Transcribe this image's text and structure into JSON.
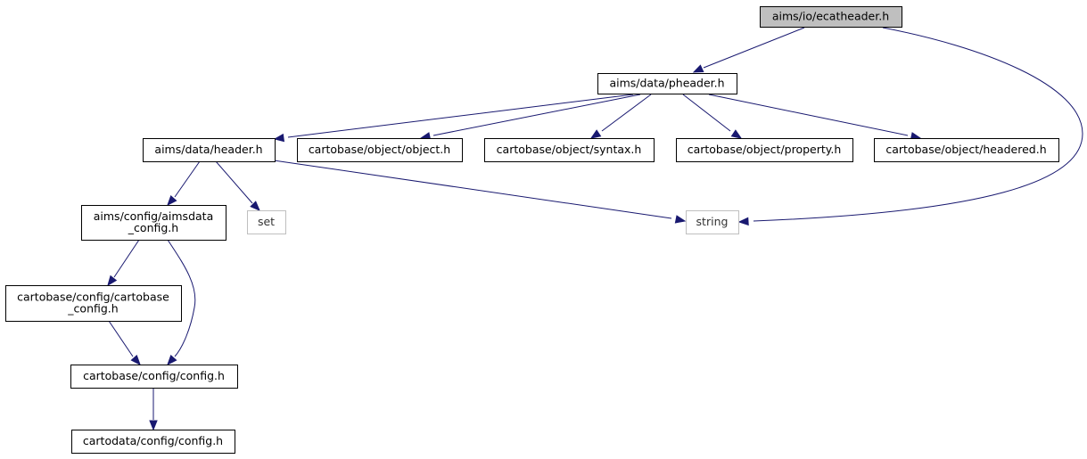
{
  "diagram": {
    "nodes": [
      {
        "id": "ecatheader",
        "lines": [
          "aims/io/ecatheader.h"
        ],
        "kind": "root"
      },
      {
        "id": "pheader",
        "lines": [
          "aims/data/pheader.h"
        ],
        "kind": "normal"
      },
      {
        "id": "header",
        "lines": [
          "aims/data/header.h"
        ],
        "kind": "normal"
      },
      {
        "id": "object",
        "lines": [
          "cartobase/object/object.h"
        ],
        "kind": "normal"
      },
      {
        "id": "syntax",
        "lines": [
          "cartobase/object/syntax.h"
        ],
        "kind": "normal"
      },
      {
        "id": "property",
        "lines": [
          "cartobase/object/property.h"
        ],
        "kind": "normal"
      },
      {
        "id": "headered",
        "lines": [
          "cartobase/object/headered.h"
        ],
        "kind": "normal"
      },
      {
        "id": "aimsdata_config",
        "lines": [
          "aims/config/aimsdata",
          "_config.h"
        ],
        "kind": "normal"
      },
      {
        "id": "set",
        "lines": [
          "set"
        ],
        "kind": "external"
      },
      {
        "id": "string",
        "lines": [
          "string"
        ],
        "kind": "external"
      },
      {
        "id": "cartobase_config",
        "lines": [
          "cartobase/config/cartobase",
          "_config.h"
        ],
        "kind": "normal"
      },
      {
        "id": "cartobase_configh",
        "lines": [
          "cartobase/config/config.h"
        ],
        "kind": "normal"
      },
      {
        "id": "cartodata_configh",
        "lines": [
          "cartodata/config/config.h"
        ],
        "kind": "normal"
      }
    ],
    "edges": [
      {
        "from": "ecatheader",
        "to": "pheader"
      },
      {
        "from": "ecatheader",
        "to": "string"
      },
      {
        "from": "pheader",
        "to": "header"
      },
      {
        "from": "pheader",
        "to": "object"
      },
      {
        "from": "pheader",
        "to": "syntax"
      },
      {
        "from": "pheader",
        "to": "property"
      },
      {
        "from": "pheader",
        "to": "headered"
      },
      {
        "from": "header",
        "to": "aimsdata_config"
      },
      {
        "from": "header",
        "to": "set"
      },
      {
        "from": "header",
        "to": "string"
      },
      {
        "from": "aimsdata_config",
        "to": "cartobase_config"
      },
      {
        "from": "aimsdata_config",
        "to": "cartobase_configh"
      },
      {
        "from": "cartobase_config",
        "to": "cartobase_configh"
      },
      {
        "from": "cartobase_configh",
        "to": "cartodata_configh"
      }
    ],
    "colors": {
      "edge": "#191970",
      "root_fill": "#bfbfbf",
      "node_border": "#000000",
      "external_border": "#bfbfbf"
    }
  }
}
